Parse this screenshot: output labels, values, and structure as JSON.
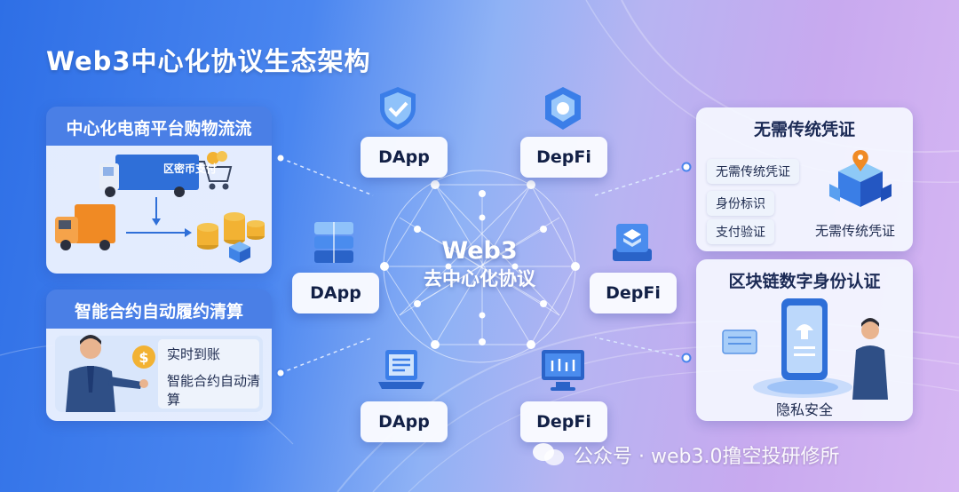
{
  "title": "Web3中心化协议生态架构",
  "center": {
    "line1": "Web3",
    "line2": "去中心化协议"
  },
  "left_top_panel": {
    "title": "中心化电商平台购物流流",
    "truck_label": "区密币支付"
  },
  "left_bottom_panel": {
    "title": "智能合约自动履约清算",
    "items": [
      "实时到账",
      "智能合约自动清",
      "算"
    ]
  },
  "right_top_panel": {
    "title": "无需传统凭证",
    "items": [
      "无需传统凭证",
      "身份标识",
      "支付验证"
    ],
    "icon_caption": "无需传统凭证"
  },
  "right_bottom_panel": {
    "title": "区块链数字身份认证",
    "caption": "隐私安全"
  },
  "nodes": {
    "top_left": "DApp",
    "top_right": "DepFi",
    "mid_left": "DApp",
    "mid_right": "DepFi",
    "bottom_left": "DApp",
    "bottom_right": "DepFi"
  },
  "watermark": "公众号 · web3.0撸空投研修所",
  "colors": {
    "accent_blue": "#2e6fe6",
    "gold": "#f2b233",
    "orange": "#f08a24",
    "node_text": "#122046"
  }
}
